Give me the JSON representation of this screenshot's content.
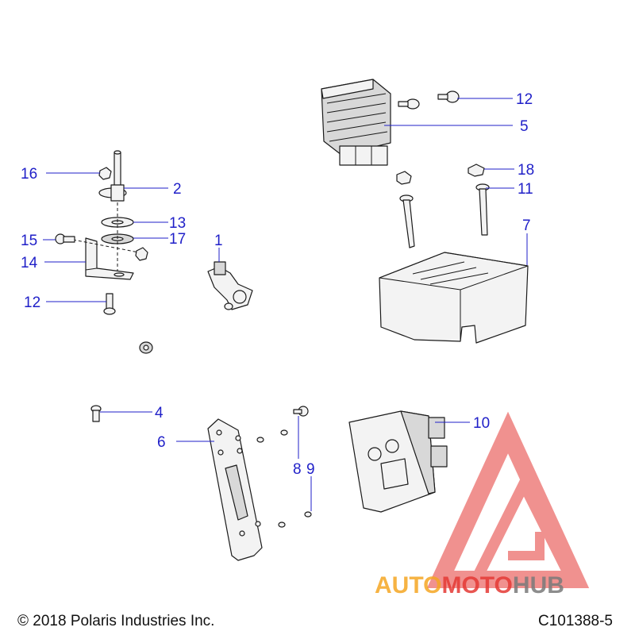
{
  "callouts": {
    "c1": "1",
    "c2": "2",
    "c4": "4",
    "c5": "5",
    "c6": "6",
    "c7": "7",
    "c8": "8",
    "c9": "9",
    "c10": "10",
    "c11": "11",
    "c12a": "12",
    "c12b": "12",
    "c13": "13",
    "c14": "14",
    "c15": "15",
    "c16": "16",
    "c17": "17",
    "c18": "18"
  },
  "footer": {
    "copyright": "© 2018 Polaris Industries Inc.",
    "drawing_number": "C101388-5"
  },
  "watermark": {
    "text_auto": "AUTO",
    "text_moto": "MOTO",
    "text_hub": "HUB",
    "color_red": "#e53935",
    "color_orange": "#f5a623",
    "color_gray": "#7a7a7a"
  }
}
